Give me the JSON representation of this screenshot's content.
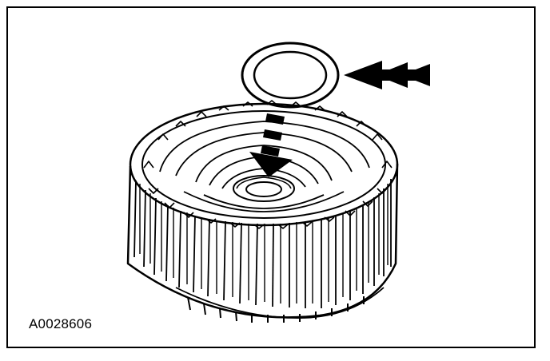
{
  "figure": {
    "id_label": "A0028606"
  },
  "colors": {
    "line": "#000000",
    "background": "#ffffff"
  },
  "parts": {
    "washer": "thrust-washer",
    "assembly": "clutch-drum-with-splines"
  },
  "icons": {
    "direction_arrow": "triple-chevron-arrow-left",
    "install_arrow": "dashed-arrow-down"
  }
}
